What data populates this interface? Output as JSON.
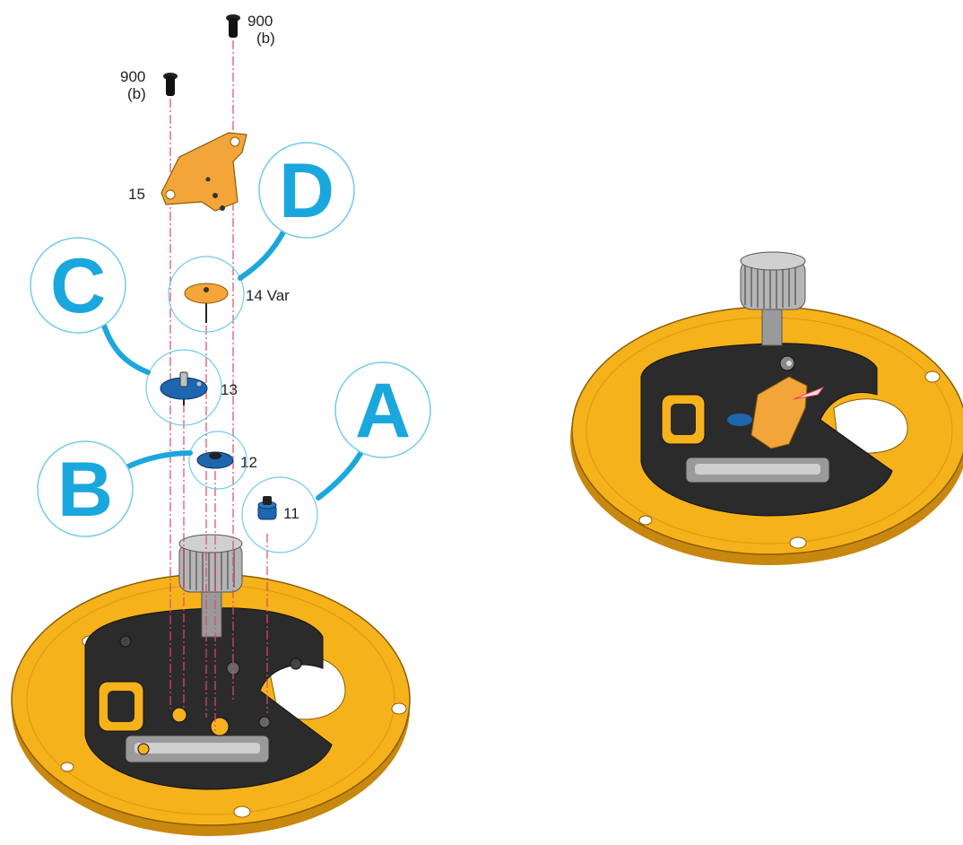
{
  "screws": [
    {
      "id": "900_top",
      "number": "900",
      "variant": "(b)"
    },
    {
      "id": "900_left",
      "number": "900",
      "variant": "(b)"
    }
  ],
  "parts": [
    {
      "id": "15",
      "label": "15"
    },
    {
      "id": "14",
      "label": "14 Var"
    },
    {
      "id": "13",
      "label": "13"
    },
    {
      "id": "12",
      "label": "12"
    },
    {
      "id": "11",
      "label": "11"
    }
  ],
  "callouts": [
    "A",
    "B",
    "C",
    "D"
  ],
  "colors": {
    "callout": "#1aa7de",
    "guide_line": "#e0486a",
    "plate": "#f6b21b",
    "plate_edge": "#c8870e",
    "bridge": "#f3a53a",
    "wheel_blue": "#1e66b0",
    "mechanism": "#2b2b2b",
    "silver": "#a8a8a8"
  },
  "icons": [
    "screw-icon",
    "bridge-icon",
    "wheel-icon",
    "movement-icon",
    "crown-icon"
  ]
}
